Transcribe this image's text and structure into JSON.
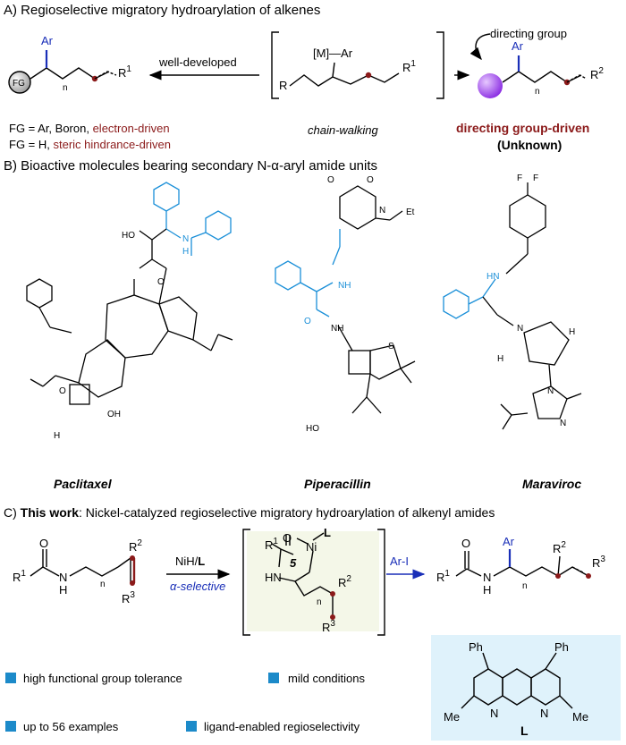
{
  "sectionA": {
    "title": "A) Regioselective migratory hydroarylation of alkenes",
    "ar": "Ar",
    "fg": "FG",
    "n": "n",
    "r1": "R",
    "sup1": "1",
    "wellDeveloped": "well-developed",
    "mAr": "[M]—Ar",
    "r": "R",
    "chainWalking": "chain-walking",
    "directingGroup": "directing group",
    "r2": "R",
    "sup2": "2",
    "fgLine1Prefix": "FG = Ar, Boron, ",
    "fgLine1Accent": "electron-driven",
    "fgLine2Prefix": "FG = H, ",
    "fgLine2Accent": "steric hindrance-driven",
    "dgDriven": "directing group-driven",
    "unknown": "(Unknown)"
  },
  "sectionB": {
    "title": "B) Bioactive molecules bearing secondary N-α-aryl amide units",
    "paclitaxel": "Paclitaxel",
    "piperacillin": "Piperacillin",
    "maraviroc": "Maraviroc",
    "atoms": {
      "ho": "HO",
      "n": "N",
      "h": "H",
      "o": "O",
      "oh": "OH",
      "et": "Et",
      "nh": "NH",
      "s": "S",
      "f": "F",
      "hn": "HN"
    }
  },
  "sectionC": {
    "titlePrefix": "C) ",
    "titleBold": "This work",
    "titleRest": ": Nickel-catalyzed regioselective migratory hydroarylation of alkenyl amides",
    "nih": "NiH/",
    "L": "L",
    "alphaSelective": "α-selective",
    "arI": "Ar-I",
    "ni": "Ni",
    "five": "5",
    "r": "R",
    "sup1": "1",
    "sup2": "2",
    "sup3": "3",
    "ph": "Ph",
    "me": "Me",
    "ligandLabel": "L"
  },
  "features": [
    "high functional group tolerance",
    "mild conditions",
    "up to 56 examples",
    "ligand-enabled regioselectivity"
  ],
  "colors": {
    "blue": "#1a8fd8",
    "darkRed": "#8b1a1a",
    "navy": "#1a2fb8",
    "bullet": "#1c8ac9",
    "panel": "#f4f7e8",
    "ligandBox": "#dff2fb"
  }
}
